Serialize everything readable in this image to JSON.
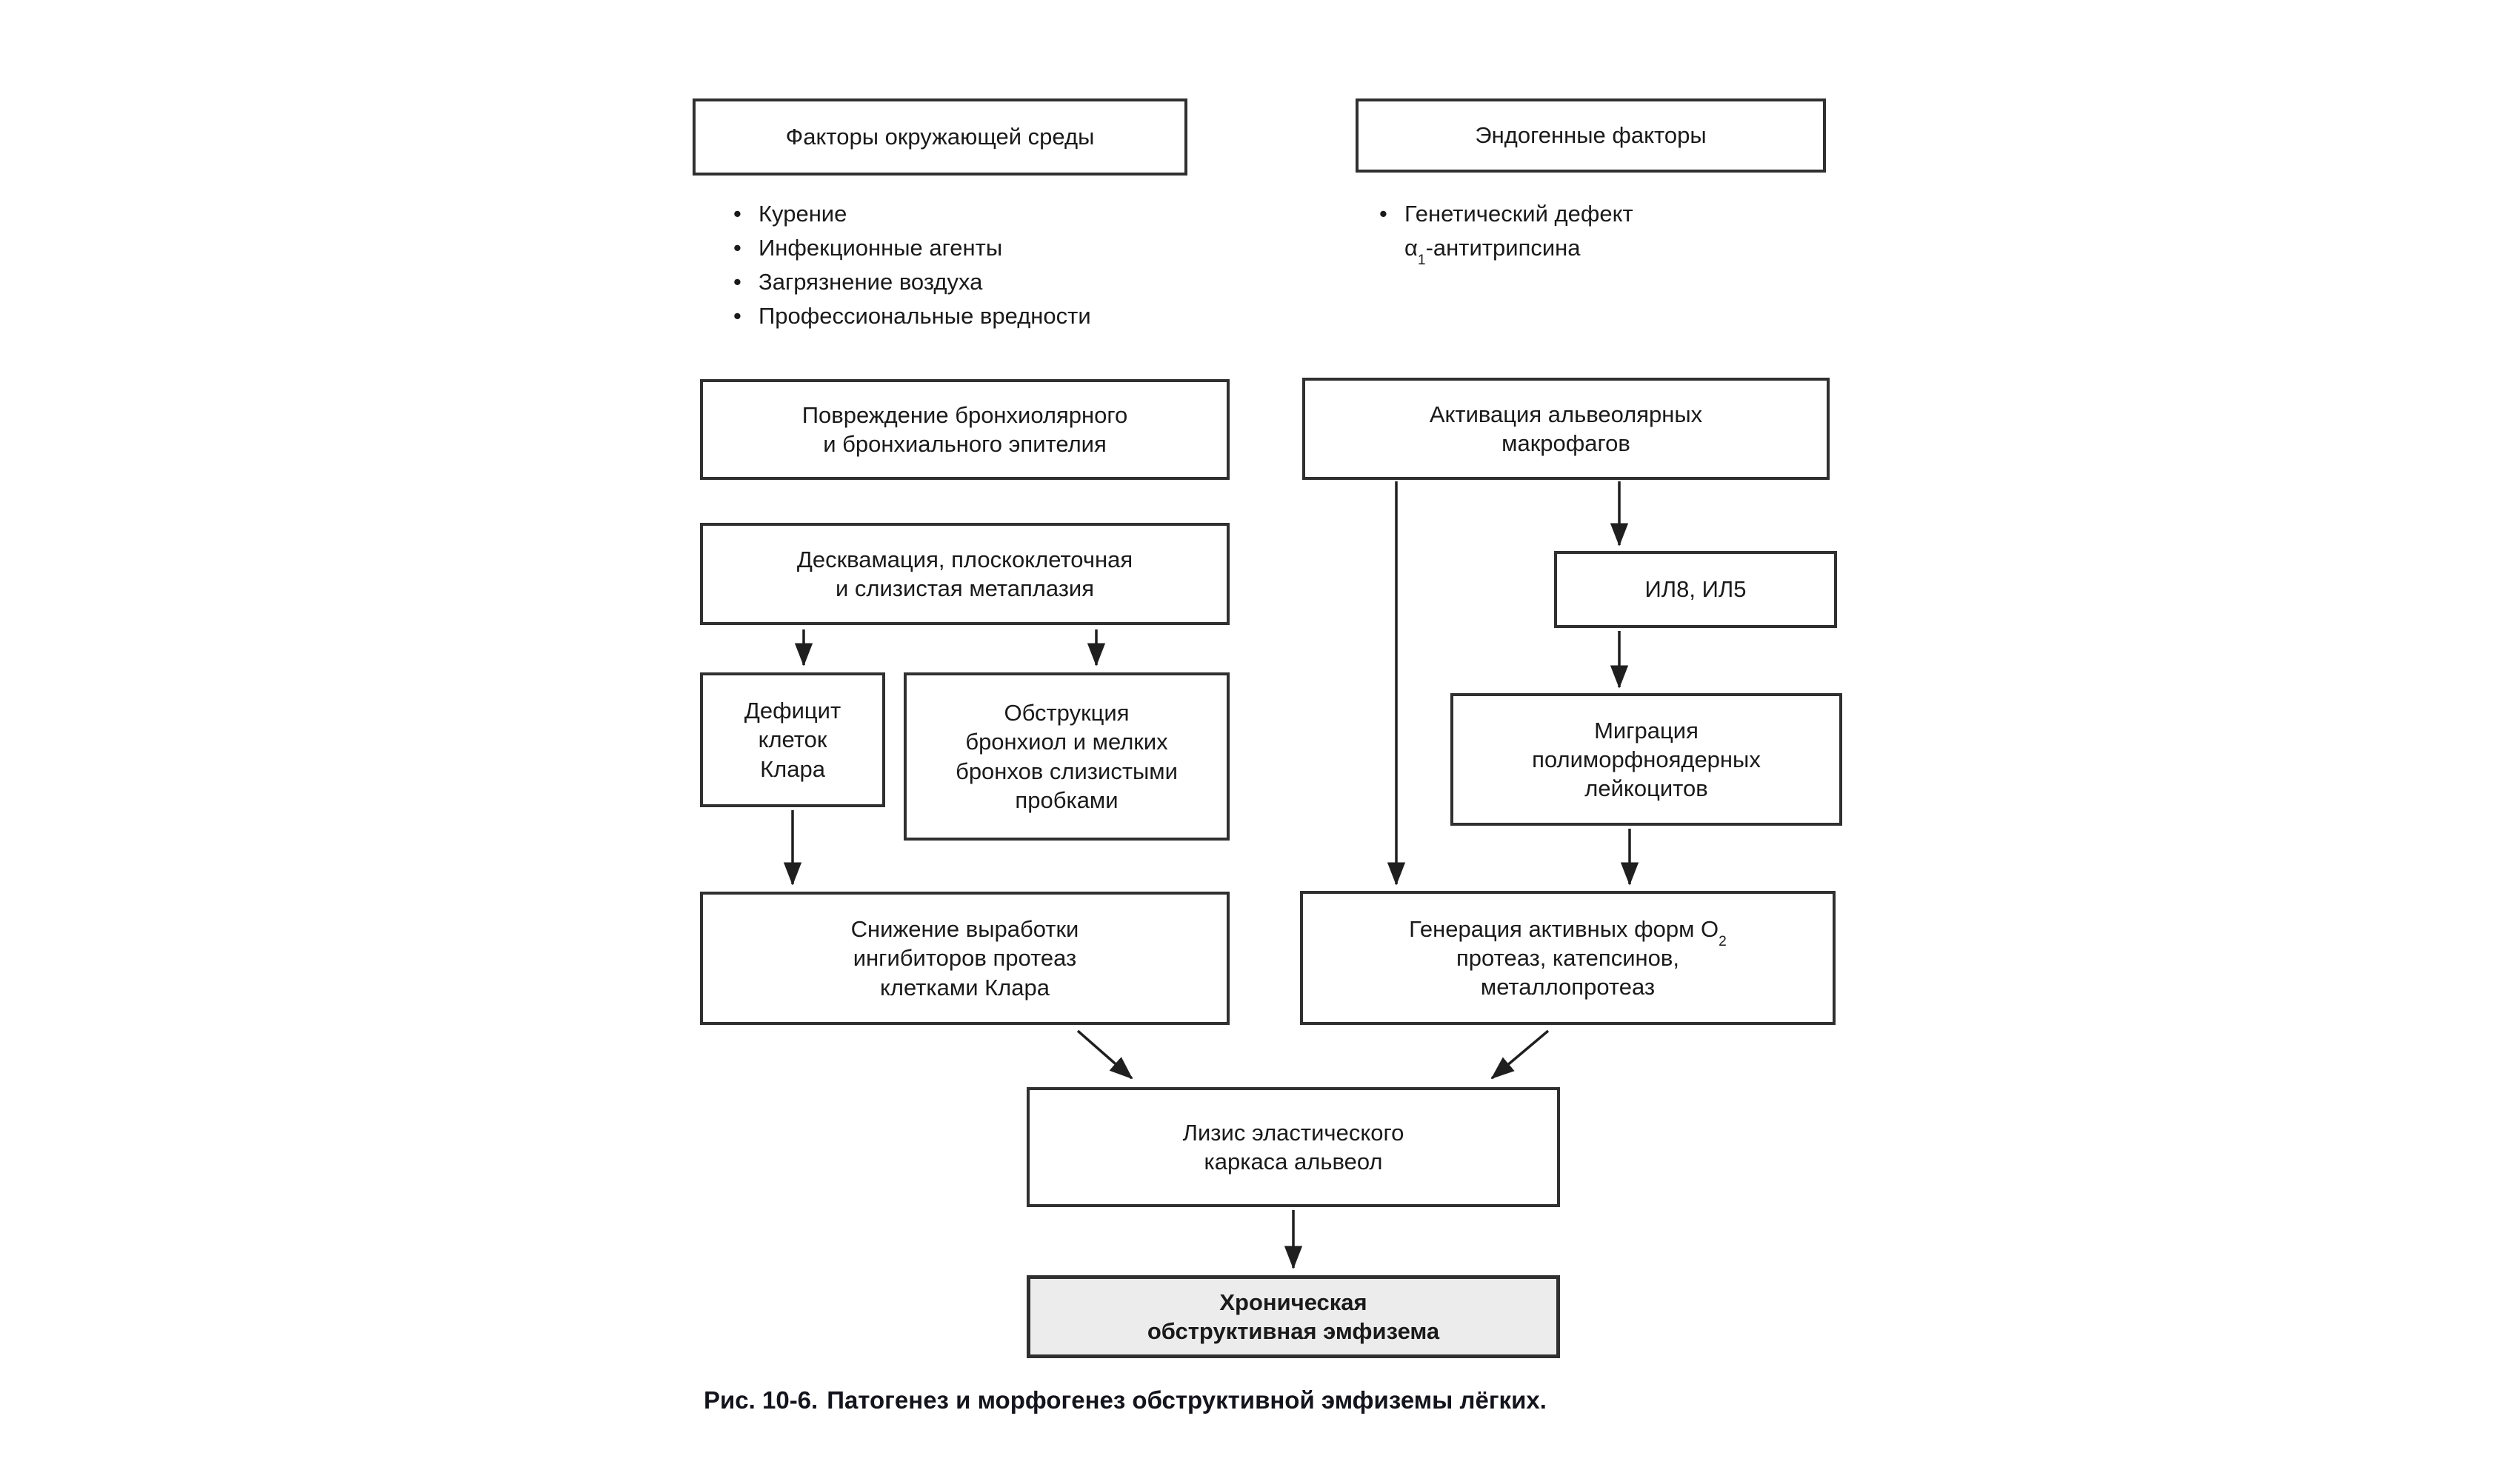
{
  "colors": {
    "background": "#ffffff",
    "box_border": "#303030",
    "arrow": "#1f1f1f",
    "text": "#1a1a1a",
    "final_box_bg": "#ececec"
  },
  "bullet_char": "•",
  "env": {
    "title": "Факторы окружающей среды",
    "bullets": {
      "b1": "Курение",
      "b2": "Инфекционные агенты",
      "b3": "Загрязнение воздуха",
      "b4": "Профессиональные вредности"
    }
  },
  "endo": {
    "title": "Эндогенные факторы",
    "bullet_line1": "Генетический дефект",
    "bullet_line2_pre": "α",
    "bullet_line2_sub": "1",
    "bullet_line2_post": "-антитрипсина"
  },
  "damage": {
    "line1": "Повреждение бронхиолярного",
    "line2": "и бронхиального эпителия"
  },
  "desquamation": {
    "line1": "Десквамация, плоскоклеточная",
    "line2": "и слизистая метаплазия"
  },
  "clara_deficit": {
    "line1": "Дефицит",
    "line2": "клеток",
    "line3": "Клара"
  },
  "obstruction": {
    "line1": "Обструкция",
    "line2": "бронхиол и мелких",
    "line3": "бронхов слизистыми",
    "line4": "пробками"
  },
  "inhibitor_decrease": {
    "line1": "Снижение выработки",
    "line2": "ингибиторов протеаз",
    "line3": "клетками Клара"
  },
  "activation": {
    "line1": "Активация альвеолярных",
    "line2": "макрофагов"
  },
  "interleukins": {
    "line1": "ИЛ8, ИЛ5"
  },
  "migration": {
    "line1": "Миграция",
    "line2": "полиморфноядерных",
    "line3": "лейкоцитов"
  },
  "generation": {
    "line1_pre": "Генерация активных форм О",
    "line1_sub": "2",
    "line2": "протеаз, катепсинов,",
    "line3": "металлопротеаз"
  },
  "lysis": {
    "line1": "Лизис эластического",
    "line2": "каркаса альвеол"
  },
  "emphysema": {
    "line1": "Хроническая",
    "line2": "обструктивная эмфизема"
  },
  "caption": {
    "figure_label": "Рис. 10-6.",
    "text": "Патогенез и морфогенез обструктивной эмфиземы лёгких."
  }
}
